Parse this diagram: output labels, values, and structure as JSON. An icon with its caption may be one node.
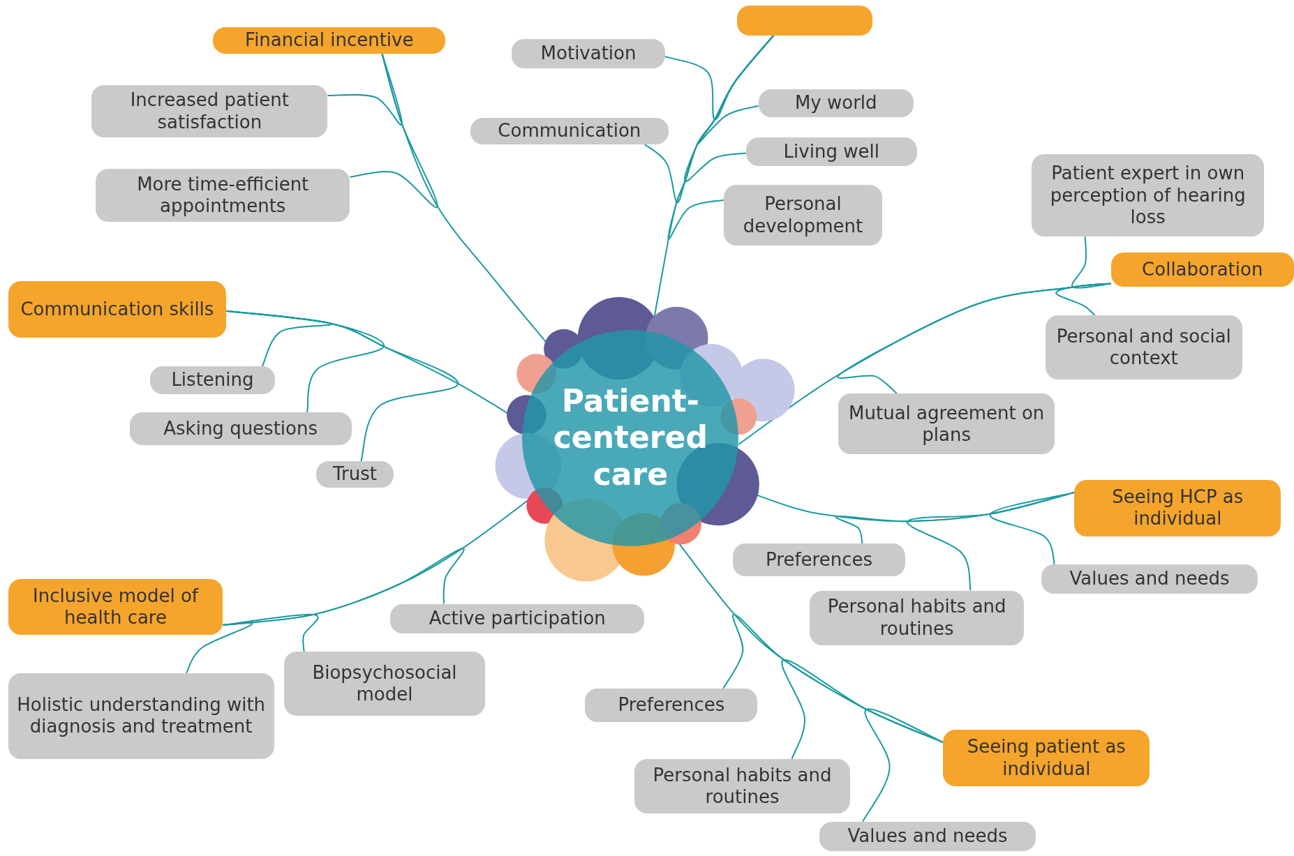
{
  "diagram": {
    "nodes": [
      {
        "text": [
          "Patient-centered care"
        ]
      },
      {
        "text": [
          "Financial incentive"
        ]
      },
      {
        "text": [
          "Increased patient satisfaction"
        ]
      },
      {
        "text": [
          "More time-efficient appointments"
        ]
      },
      {
        "text": [
          "Motivation"
        ]
      },
      {
        "text": [],
        "shape": "box"
      },
      {
        "text": [
          "Communication"
        ]
      },
      {
        "text": [
          "My world"
        ]
      },
      {
        "text": [
          "Living well"
        ]
      },
      {
        "text": [
          "Personal development"
        ]
      },
      {
        "text": [
          "Patient expert in own perception of hearing loss"
        ]
      },
      {
        "text": [
          "Collaboration"
        ]
      },
      {
        "text": [
          "Personal and social context"
        ]
      },
      {
        "text": [
          "Mutual agreement on plans"
        ]
      },
      {
        "text": [
          "Communication skills"
        ]
      },
      {
        "text": [
          "Listening"
        ]
      },
      {
        "text": [
          "Asking questions"
        ]
      },
      {
        "text": [
          "Trust"
        ]
      },
      {
        "text": [
          "Seeing HCP as individual"
        ]
      },
      {
        "text": [
          "Preferences"
        ]
      },
      {
        "text": [
          "Personal habits and routines"
        ]
      },
      {
        "text": [
          "Values and needs"
        ]
      },
      {
        "text": [
          "Inclusive model of health care"
        ]
      },
      {
        "text": [
          "Active participation"
        ]
      },
      {
        "text": [
          "Biopsychosocial model"
        ]
      },
      {
        "text": [
          "Holistic understanding with diagnosis and treatment"
        ]
      },
      {
        "text": [
          "Preferences"
        ]
      },
      {
        "text": [
          "Personal habits and routines"
        ]
      },
      {
        "text": [
          "Seeing patient as individual"
        ]
      },
      {
        "text": [
          "Values and needs"
        ]
      }
    ],
    "edges": [
      {
        "from": 0,
        "to": 1,
        "arrow": "none"
      },
      {
        "from": 1,
        "to": 2,
        "arrow": "none"
      },
      {
        "from": 1,
        "to": 3,
        "arrow": "none"
      },
      {
        "from": 0,
        "to": 5,
        "arrow": "none"
      },
      {
        "from": 5,
        "to": 4,
        "arrow": "none"
      },
      {
        "from": 5,
        "to": 6,
        "arrow": "none"
      },
      {
        "from": 5,
        "to": 7,
        "arrow": "none"
      },
      {
        "from": 5,
        "to": 8,
        "arrow": "none"
      },
      {
        "from": 5,
        "to": 9,
        "arrow": "none"
      },
      {
        "from": 0,
        "to": 11,
        "arrow": "none"
      },
      {
        "from": 11,
        "to": 10,
        "arrow": "none"
      },
      {
        "from": 11,
        "to": 12,
        "arrow": "none"
      },
      {
        "from": 11,
        "to": 13,
        "arrow": "none"
      },
      {
        "from": 0,
        "to": 14,
        "arrow": "none"
      },
      {
        "from": 14,
        "to": 15,
        "arrow": "none"
      },
      {
        "from": 14,
        "to": 16,
        "arrow": "none"
      },
      {
        "from": 14,
        "to": 17,
        "arrow": "none"
      },
      {
        "from": 0,
        "to": 18,
        "arrow": "none"
      },
      {
        "from": 18,
        "to": 19,
        "arrow": "none"
      },
      {
        "from": 18,
        "to": 20,
        "arrow": "none"
      },
      {
        "from": 18,
        "to": 21,
        "arrow": "none"
      },
      {
        "from": 0,
        "to": 22,
        "arrow": "none"
      },
      {
        "from": 22,
        "to": 23,
        "arrow": "none"
      },
      {
        "from": 22,
        "to": 24,
        "arrow": "none"
      },
      {
        "from": 22,
        "to": 25,
        "arrow": "none"
      },
      {
        "from": 0,
        "to": 28,
        "arrow": "none"
      },
      {
        "from": 28,
        "to": 26,
        "arrow": "none"
      },
      {
        "from": 28,
        "to": 27,
        "arrow": "none"
      },
      {
        "from": 28,
        "to": 29,
        "arrow": "none"
      }
    ]
  }
}
